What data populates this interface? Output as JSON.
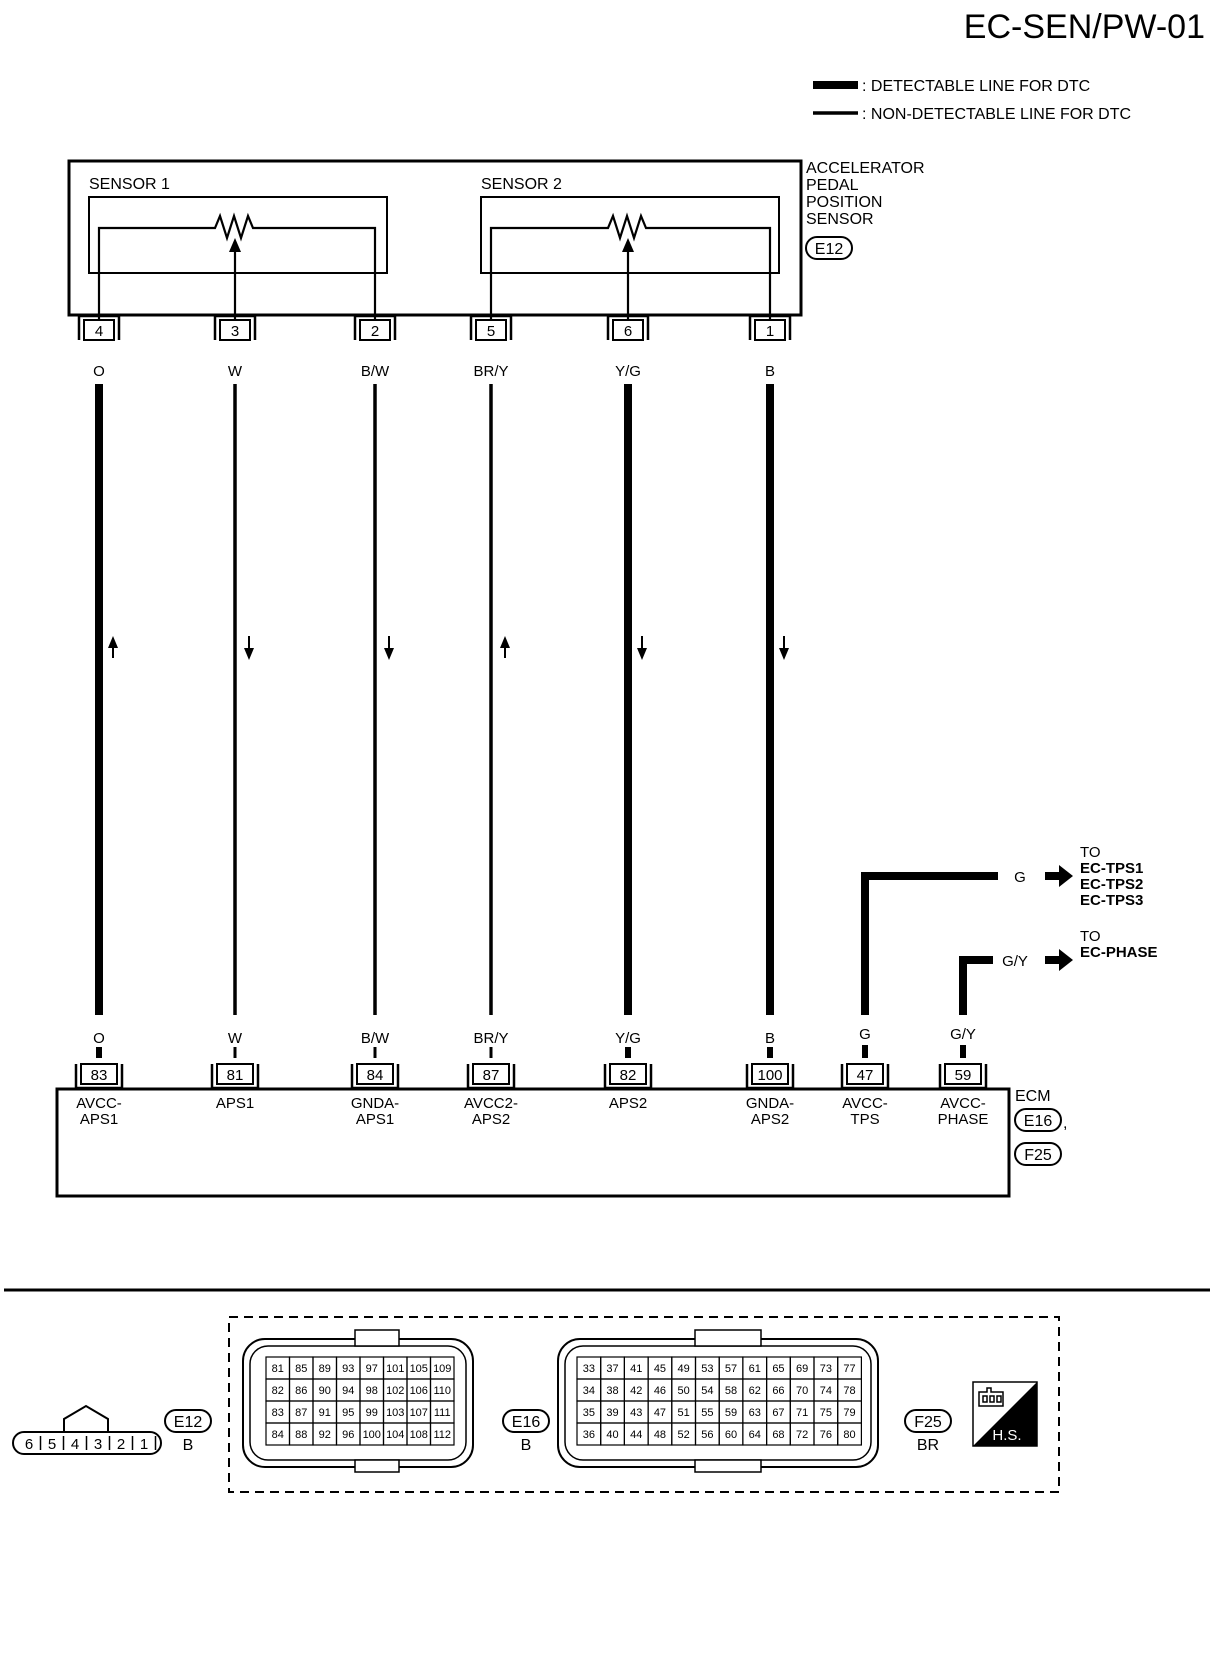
{
  "page_code": "EC-SEN/PW-01",
  "legend": {
    "detectable": ": DETECTABLE LINE FOR DTC",
    "non_detectable": ": NON-DETECTABLE LINE FOR DTC"
  },
  "sensor": {
    "sensor1_label": "SENSOR 1",
    "sensor2_label": "SENSOR 2",
    "name_lines": [
      "ACCELERATOR",
      "PEDAL",
      "POSITION",
      "SENSOR"
    ],
    "connector": "E12"
  },
  "wires": [
    {
      "sensor_pin": "4",
      "color_top": "O",
      "color_bottom": "O",
      "ecm_pin": "83",
      "signal_lines": [
        "AVCC-",
        "APS1"
      ],
      "detectable": true,
      "flow": "up"
    },
    {
      "sensor_pin": "3",
      "color_top": "W",
      "color_bottom": "W",
      "ecm_pin": "81",
      "signal_lines": [
        "APS1",
        ""
      ],
      "detectable": false,
      "flow": "down"
    },
    {
      "sensor_pin": "2",
      "color_top": "B/W",
      "color_bottom": "B/W",
      "ecm_pin": "84",
      "signal_lines": [
        "GNDA-",
        "APS1"
      ],
      "detectable": false,
      "flow": "down"
    },
    {
      "sensor_pin": "5",
      "color_top": "BR/Y",
      "color_bottom": "BR/Y",
      "ecm_pin": "87",
      "signal_lines": [
        "AVCC2-",
        "APS2"
      ],
      "detectable": false,
      "flow": "up"
    },
    {
      "sensor_pin": "6",
      "color_top": "Y/G",
      "color_bottom": "Y/G",
      "ecm_pin": "82",
      "signal_lines": [
        "APS2",
        ""
      ],
      "detectable": true,
      "flow": "down"
    },
    {
      "sensor_pin": "1",
      "color_top": "B",
      "color_bottom": "B",
      "ecm_pin": "100",
      "signal_lines": [
        "GNDA-",
        "APS2"
      ],
      "detectable": true,
      "flow": "down"
    }
  ],
  "ecm_extra": [
    {
      "ecm_pin": "47",
      "color": "G",
      "signal_lines": [
        "AVCC-",
        "TPS"
      ],
      "detectable": true,
      "to_label": "TO",
      "to_lines": [
        "EC-TPS1",
        "EC-TPS2",
        "EC-TPS3"
      ]
    },
    {
      "ecm_pin": "59",
      "color": "G/Y",
      "signal_lines": [
        "AVCC-",
        "PHASE"
      ],
      "detectable": true,
      "to_label": "TO",
      "to_lines": [
        "EC-PHASE"
      ]
    }
  ],
  "ecm": {
    "name": "ECM",
    "connector1": "E16",
    "separator": ",",
    "connector2": "F25"
  },
  "connector_views": {
    "e12": {
      "id": "E12",
      "color": "B",
      "pins": [
        "6",
        "5",
        "4",
        "3",
        "2",
        "1"
      ]
    },
    "e16": {
      "id": "E16",
      "color": "B",
      "rows": [
        [
          "81",
          "85",
          "89",
          "93",
          "97",
          "101",
          "105",
          "109"
        ],
        [
          "82",
          "86",
          "90",
          "94",
          "98",
          "102",
          "106",
          "110"
        ],
        [
          "83",
          "87",
          "91",
          "95",
          "99",
          "103",
          "107",
          "111"
        ],
        [
          "84",
          "88",
          "92",
          "96",
          "100",
          "104",
          "108",
          "112"
        ]
      ]
    },
    "f25": {
      "id": "F25",
      "color": "BR",
      "rows": [
        [
          "33",
          "37",
          "41",
          "45",
          "49",
          "53",
          "57",
          "61",
          "65",
          "69",
          "73",
          "77"
        ],
        [
          "34",
          "38",
          "42",
          "46",
          "50",
          "54",
          "58",
          "62",
          "66",
          "70",
          "74",
          "78"
        ],
        [
          "35",
          "39",
          "43",
          "47",
          "51",
          "55",
          "59",
          "63",
          "67",
          "71",
          "75",
          "79"
        ],
        [
          "36",
          "40",
          "44",
          "48",
          "52",
          "56",
          "60",
          "64",
          "68",
          "72",
          "76",
          "80"
        ]
      ]
    },
    "hs_label": "H.S."
  }
}
